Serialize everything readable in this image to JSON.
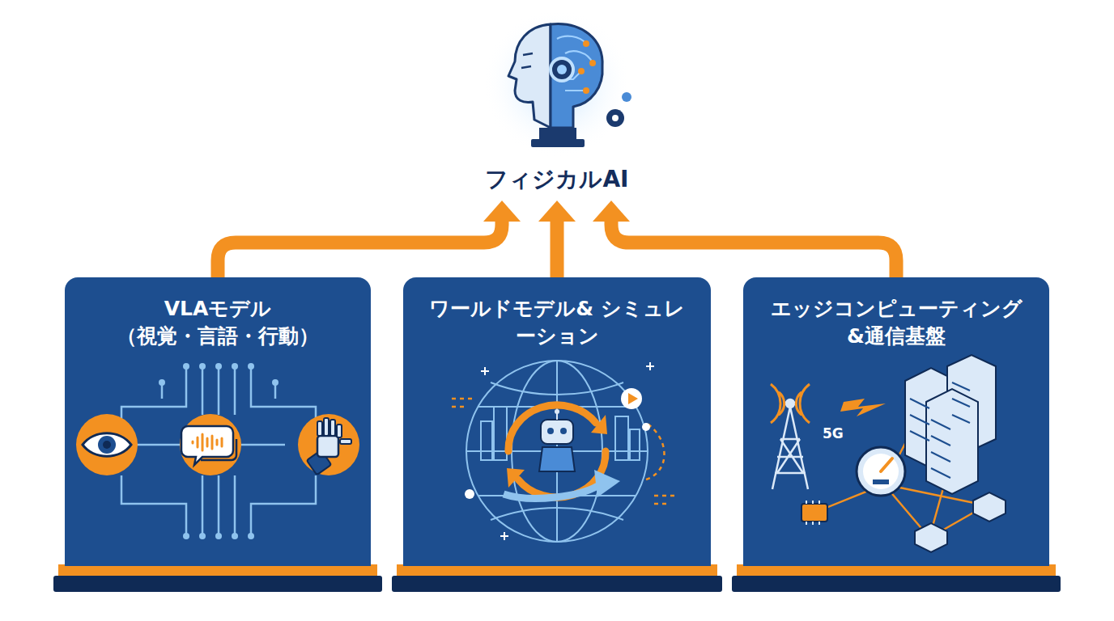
{
  "diagram": {
    "nodes": [
      {
        "text": [
          "フィジカルAI"
        ]
      },
      {
        "text": [
          "VLAモデル",
          "（視覚・言語・行動）"
        ]
      },
      {
        "text": [
          "ワールドモデル& シミュレーション"
        ]
      },
      {
        "text": [
          "エッジコンピューティング &通信基盤"
        ]
      }
    ],
    "edges": [
      {
        "from": 1,
        "to": 0,
        "arrow": "to"
      },
      {
        "from": 2,
        "to": 0,
        "arrow": "to"
      },
      {
        "from": 3,
        "to": 0,
        "arrow": "to"
      }
    ],
    "labels": [
      "5G"
    ]
  }
}
